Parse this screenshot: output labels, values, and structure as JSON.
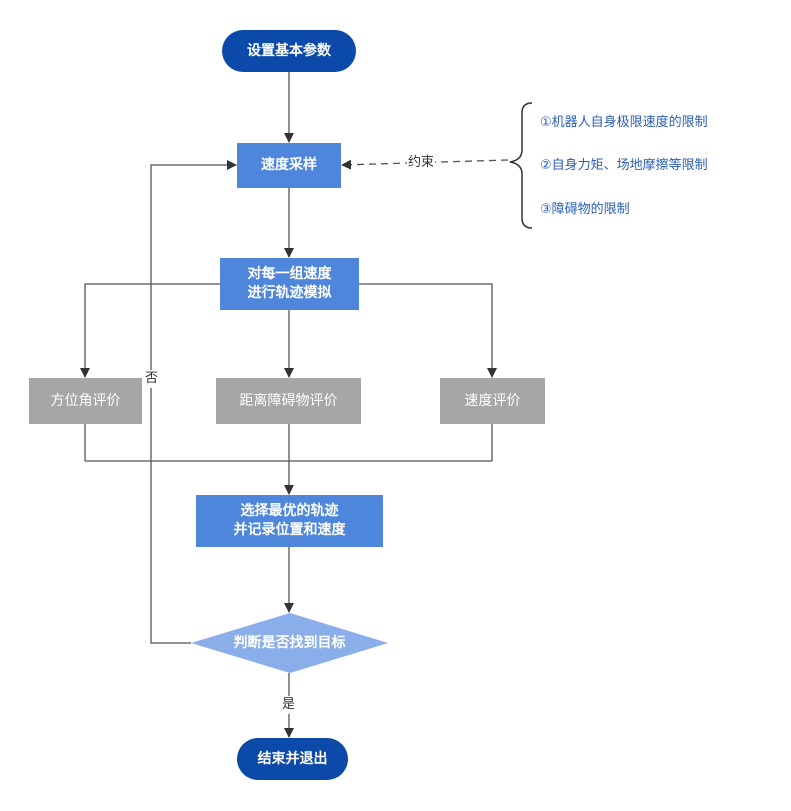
{
  "flowchart": {
    "start": "设置基本参数",
    "sample": "速度采样",
    "simulate": [
      "对每一组速度",
      "进行轨迹模拟"
    ],
    "eval_heading": "方位角评价",
    "eval_obstacle": "距离障碍物评价",
    "eval_speed": "速度评价",
    "select": [
      "选择最优的轨迹",
      "并记录位置和速度"
    ],
    "decision": "判断是否找到目标",
    "end": "结束并退出",
    "label_no": "否",
    "label_yes": "是",
    "label_constraint": "约束",
    "constraints": [
      "①机器人自身极限速度的限制",
      "②自身力矩、场地摩擦等限制",
      "③障碍物的限制"
    ]
  },
  "colors": {
    "dark_blue": "#0b4aa8",
    "mid_blue": "#4e86dc",
    "gray": "#a6a6a6",
    "diamond": "#8aaee9",
    "note_text": "#2b5cb8",
    "line": "#555555"
  }
}
